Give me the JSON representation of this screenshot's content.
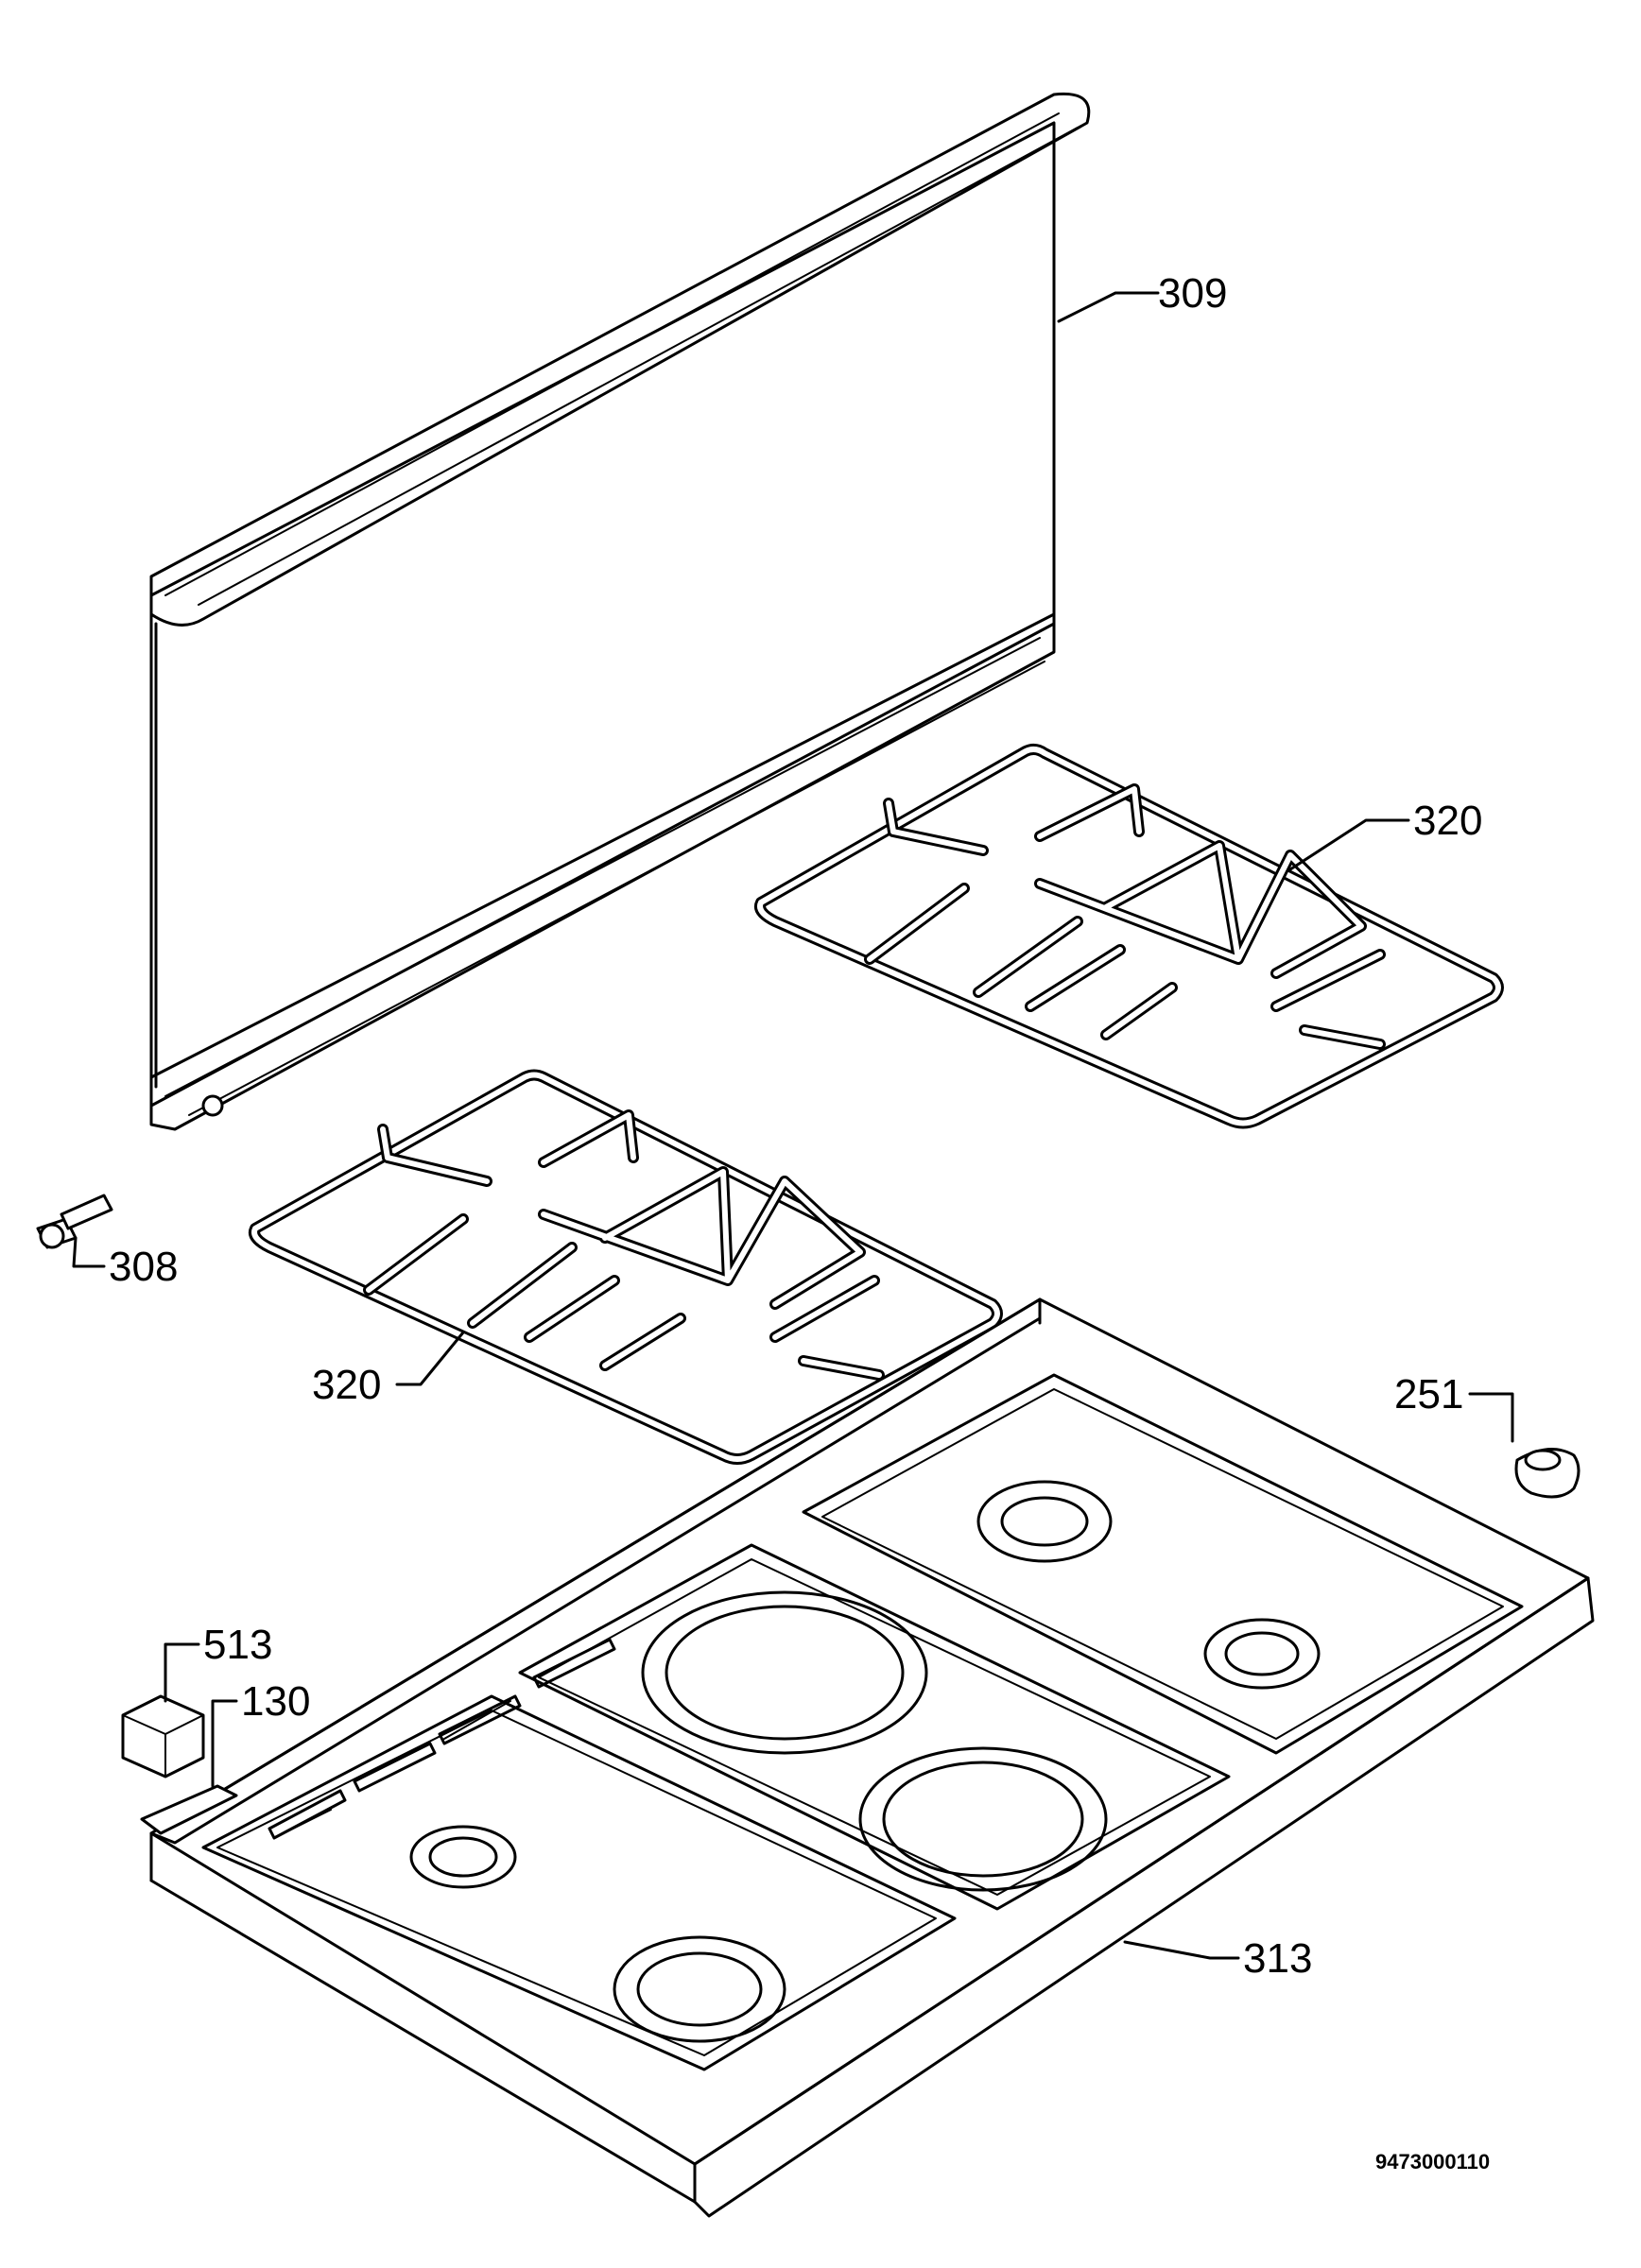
{
  "labels": {
    "part_309": "309",
    "part_320_right": "320",
    "part_320_left": "320",
    "part_308": "308",
    "part_251": "251",
    "part_513": "513",
    "part_130": "130",
    "part_313": "313"
  },
  "drawing_code": "9473000110"
}
